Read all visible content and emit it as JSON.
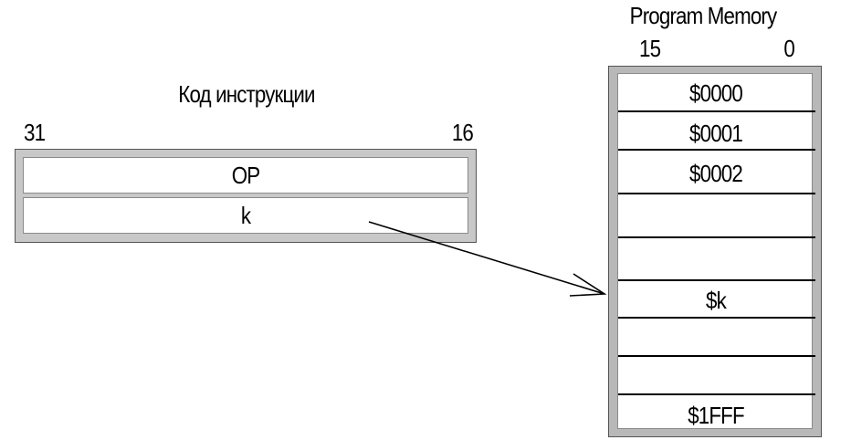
{
  "instruction": {
    "title": "Код инструкции",
    "bit_high": "31",
    "bit_low": "16",
    "fields": [
      "OP",
      "k"
    ]
  },
  "memory": {
    "title": "Program Memory",
    "bit_high": "15",
    "bit_low": "0",
    "cells": {
      "addr_0000": "$0000",
      "addr_0001": "$0001",
      "addr_0002": "$0002",
      "addr_k": "$k",
      "addr_1fff": "$1FFF"
    }
  },
  "colors": {
    "frame_fill": "#c8c8c8",
    "memory_frame_fill": "#b8b8b8",
    "line": "#000000"
  }
}
